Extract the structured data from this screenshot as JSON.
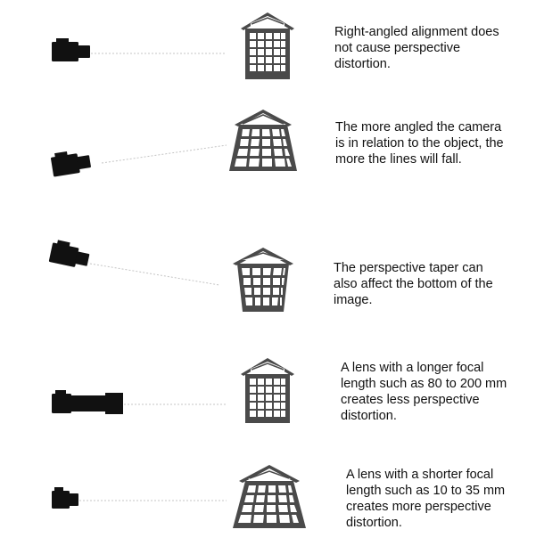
{
  "colors": {
    "camera": "#111111",
    "building": "#4a4a4a",
    "sightline": "#bdbdbd",
    "text": "#111111"
  },
  "icons": [
    "camera-icon",
    "telephoto-camera-icon",
    "building-icon",
    "sightline"
  ],
  "rows": [
    {
      "caption": "Right-angled alignment does\nnot cause perspective\ndistortion."
    },
    {
      "caption": "The more angled the camera\nis in relation to the object, the\nmore the lines will fall."
    },
    {
      "caption": "The perspective taper can\nalso affect the bottom of the\nimage."
    },
    {
      "caption": "A lens with a longer focal\nlength such as 80 to 200 mm\ncreates less perspective\ndistortion."
    },
    {
      "caption": "A lens with a shorter focal\nlength such as 10 to 35 mm\ncreates more perspective\ndistortion."
    }
  ]
}
